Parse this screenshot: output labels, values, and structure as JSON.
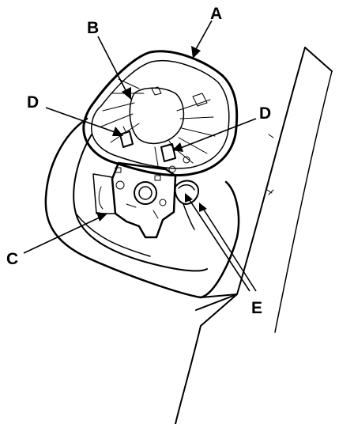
{
  "callouts": {
    "a": "A",
    "b": "B",
    "c": "C",
    "d_left": "D",
    "d_right": "D",
    "e": "E"
  },
  "colors": {
    "line": "#000000",
    "background": "#ffffff"
  }
}
